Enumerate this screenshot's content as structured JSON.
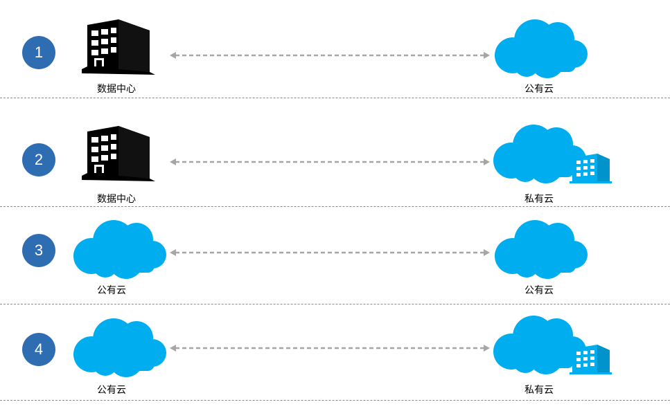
{
  "rows": [
    {
      "number": "1",
      "left_label": "数据中心",
      "right_label": "公有云"
    },
    {
      "number": "2",
      "left_label": "数据中心",
      "right_label": "私有云"
    },
    {
      "number": "3",
      "left_label": "公有云",
      "right_label": "公有云"
    },
    {
      "number": "4",
      "left_label": "公有云",
      "right_label": "私有云"
    }
  ],
  "colors": {
    "badge": "#2f6db3",
    "cloud": "#00aeef",
    "building": "#000000",
    "arrow": "#a6a6a6",
    "separator": "#8a8a8a"
  },
  "icons": {
    "left": [
      "building-icon",
      "building-icon",
      "cloud-icon",
      "cloud-icon"
    ],
    "right": [
      "cloud-icon",
      "private-cloud-icon",
      "cloud-icon",
      "private-cloud-icon"
    ]
  }
}
